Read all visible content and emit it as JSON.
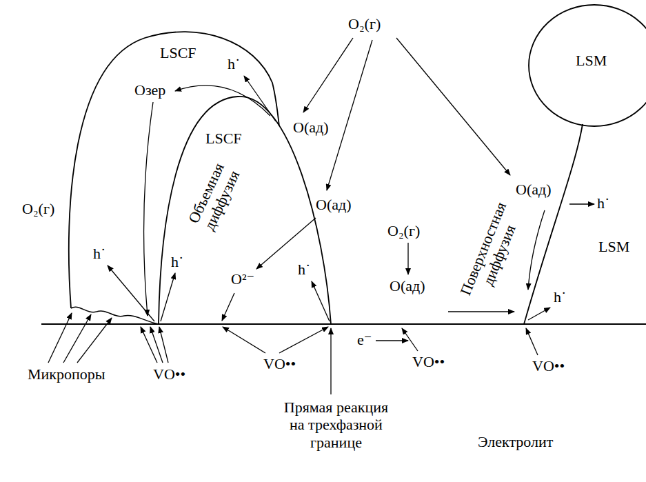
{
  "diagram": {
    "nodes": [
      {
        "text": [
          "LSCF"
        ]
      },
      {
        "text": [
          "LSCF"
        ]
      },
      {
        "text": [
          "LSM"
        ]
      },
      {
        "text": [
          "LSM"
        ]
      }
    ],
    "labels": [
      "O₂(г)",
      "h˙",
      "O(ад)",
      "Oзер",
      "O₂(г)",
      "Объемная диффузия",
      "O(ад)",
      "O²⁻",
      "h˙",
      "h˙",
      "h˙",
      "O₂(г)",
      "O(ад)",
      "O(ад)",
      "Поверхностная диффузия",
      "h˙",
      "h˙",
      "Микропоры",
      "VO••",
      "VO••",
      "VO••",
      "VO••",
      "e⁻",
      "Прямая реакция на трехфазной границе",
      "Электролит"
    ]
  }
}
